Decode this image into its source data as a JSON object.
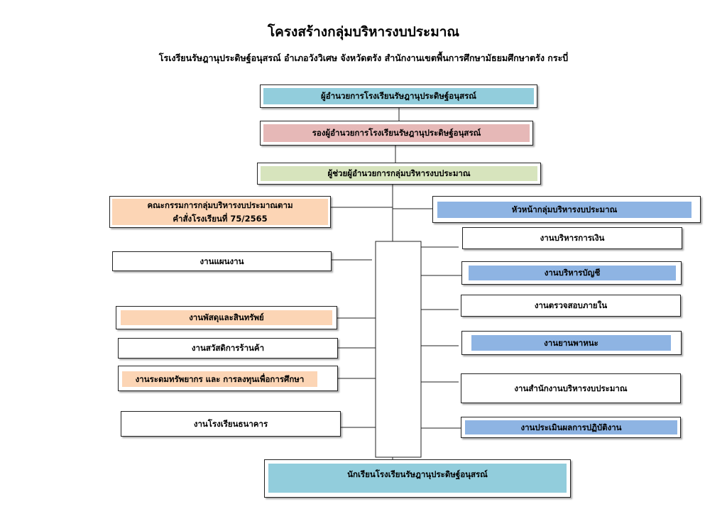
{
  "title": "โครงสร้างกลุ่มบริหารงบประมาณ",
  "subtitle": "โรเงรียนรัษฎานุประดิษฐ์อนุสรณ์ อำเภอวังวิเศษ จังหวัดตรัง สำนักงานเขตพื้นการศึกษามัธยมศึกษาตรัง กระบี่",
  "colors": {
    "blue_light": "#92cddc",
    "pink": "#e6b8b7",
    "green": "#d7e4bd",
    "peach": "#fcd5b5",
    "blue_mid": "#8eb4e3"
  },
  "top": {
    "director": "ผู้อำนวยการโรงเรียนรัษฎานุประดิษฐ์อนุสรณ์",
    "deputy": "รองผู้อำนวยการโรงเรียนรัษฎานุประดิษฐ์อนุสรณ์",
    "assistant": "ผู้ช่วยผู้อำนวยการกลุ่มบริหารงบประมาณ"
  },
  "committee": {
    "line1": "คณะกรรมการกลุ่มบริหารงบประมาณตาม",
    "line2": "คำสั่งโรงเรียนที่ 75/2565"
  },
  "head": "หัวหน้ากลุ่มบริหารงบประมาณ",
  "left_units": [
    "งานแผนงาน",
    "งานพัสดุและสินทรัพย์",
    "งานสวัสดิการร้านค้า",
    "งานระดมทรัพยากร และ การลงทุนเพื่อการศึกษา",
    "งานโรงเรียนธนาคาร"
  ],
  "right_units": [
    "งานบริหารการเงิน",
    "งานบริหารบัญชี",
    "งานตรวจสอบภายใน",
    "งานยานพาหนะ",
    "งานสำนักงานบริหารงบประมาณ",
    "งานประเมินผลการปฏิบัติงาน"
  ],
  "students": "นักเรียนโรงเรียนรัษฎานุประดิษฐ์อนุสรณ์"
}
